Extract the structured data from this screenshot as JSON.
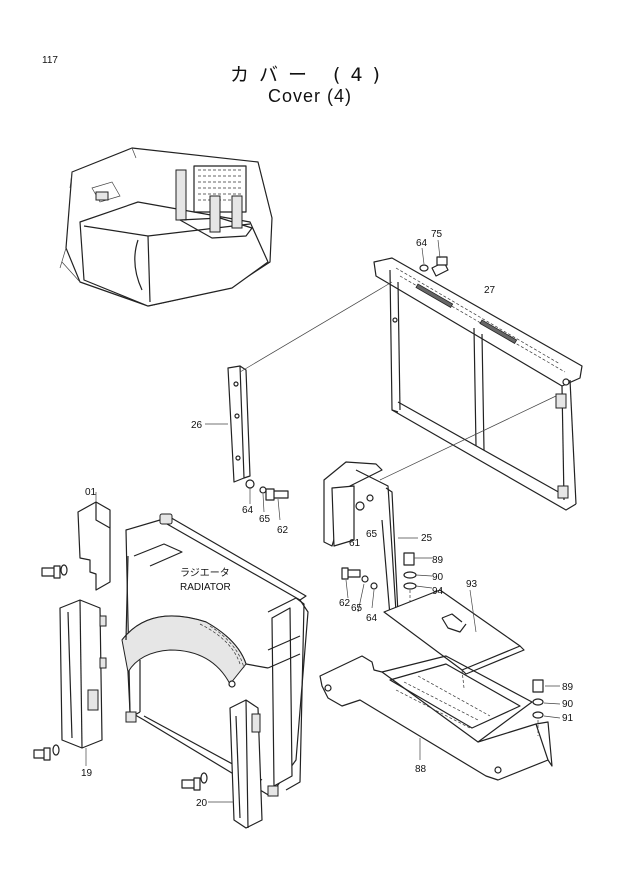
{
  "page": {
    "number": "117"
  },
  "title": {
    "japanese": "カバー (4)",
    "english": "Cover (4)"
  },
  "parts": {
    "p01": "01",
    "p19": "19",
    "p20": "20",
    "p25": "25",
    "p26": "26",
    "p27": "27",
    "p61": "61",
    "p62a": "62",
    "p62b": "62",
    "p64a": "64",
    "p64b": "64",
    "p64c": "64",
    "p65a": "65",
    "p65b": "65",
    "p65c": "65",
    "p75": "75",
    "p88": "88",
    "p89a": "89",
    "p89b": "89",
    "p90a": "90",
    "p90b": "90",
    "p91": "91",
    "p93": "93",
    "p94": "94"
  },
  "radiator_label": {
    "japanese": "ラジエータ",
    "english": "RADIATOR"
  }
}
